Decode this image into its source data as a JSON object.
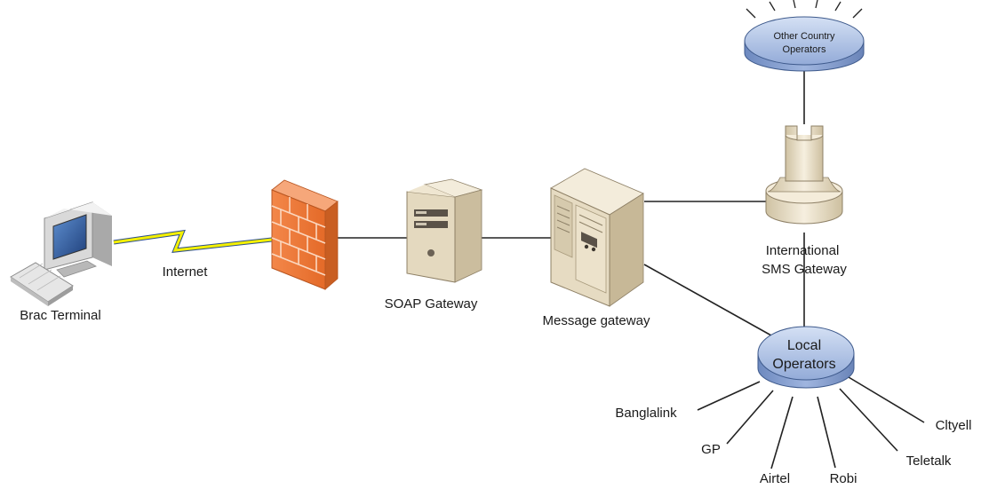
{
  "nodes": {
    "terminal": {
      "label": "Brac Terminal",
      "icon": "computer-terminal-icon"
    },
    "internet": {
      "label": "Internet",
      "icon": "lightning-link-icon"
    },
    "firewall": {
      "icon": "brick-firewall-icon"
    },
    "soap": {
      "label": "SOAP Gateway",
      "icon": "server-tower-icon"
    },
    "message": {
      "label": "Message gateway",
      "icon": "server-cabinet-icon"
    },
    "international": {
      "label_line1": "International",
      "label_line2": "SMS Gateway",
      "icon": "tower-gateway-icon"
    },
    "other": {
      "label_line1": "Other Country",
      "label_line2": "Operators",
      "icon": "disc-network-icon"
    },
    "local": {
      "label_line1": "Local",
      "label_line2": "Operators",
      "icon": "disc-network-icon"
    }
  },
  "operators": [
    "Banglalink",
    "GP",
    "Airtel",
    "Robi",
    "Teletalk",
    "Cltyell"
  ],
  "colors": {
    "firewall": "#f07a3a",
    "beige": "#eadfc8",
    "disc": "#a9bde0",
    "lightning": "#f4f000",
    "line": "#222222"
  }
}
